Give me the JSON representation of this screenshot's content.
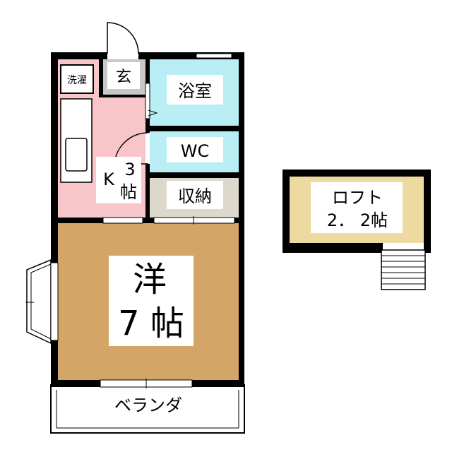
{
  "rooms": {
    "entrance": "玄",
    "washer": "洗濯",
    "bath": "浴室",
    "wc": "WC",
    "kitchen_type": "K",
    "kitchen_size": "3",
    "kitchen_unit": "帖",
    "storage": "収納",
    "western_type": "洋",
    "western_size": "7 帖",
    "balcony": "ベランダ",
    "loft_name": "ロフト",
    "loft_size": "2． 2帖"
  },
  "colors": {
    "wall": "#000000",
    "kitchen": "#f8c6c9",
    "bath": "#b8eef4",
    "storage": "#dcd8cb",
    "western": "#d3a566",
    "loft": "#eed9a0",
    "entrance": "#c8c8c8"
  }
}
